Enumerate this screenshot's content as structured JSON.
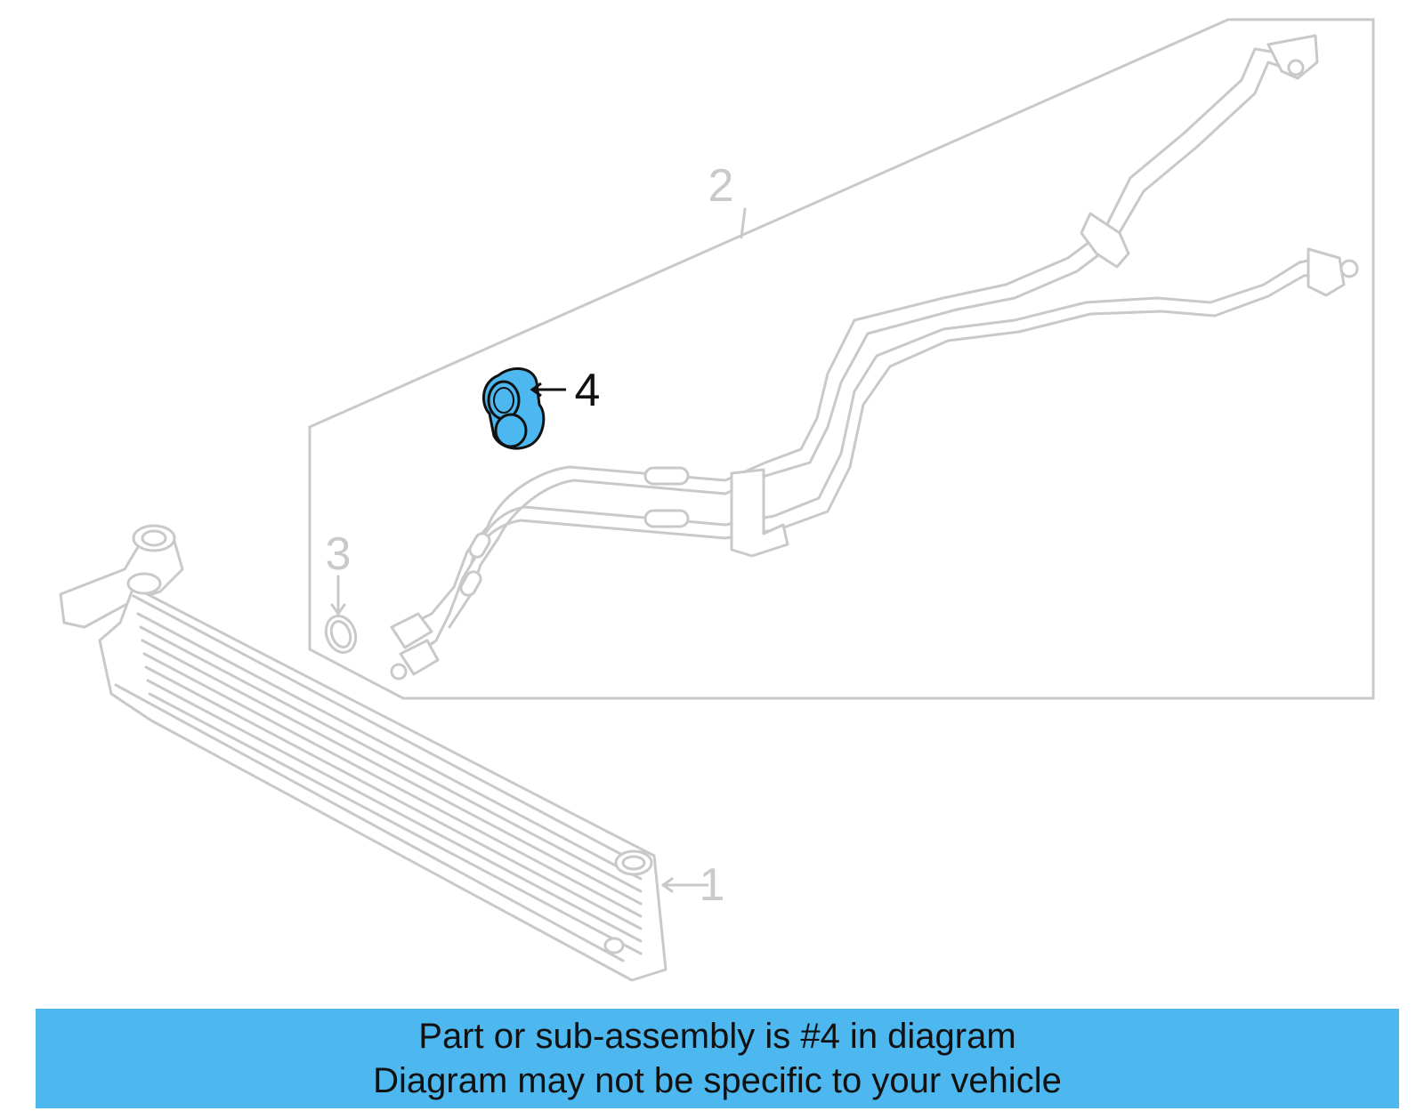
{
  "diagram": {
    "callouts": {
      "part_1": "1",
      "part_2": "2",
      "part_3": "3",
      "part_4": "4"
    },
    "highlighted_part": "4",
    "highlight_color": "#4db8f0",
    "ghost_color": "#c9c9c9"
  },
  "banner": {
    "line1": "Part or sub-assembly is #4 in diagram",
    "line2": "Diagram may not be specific to your vehicle",
    "background": "#4db8f0"
  }
}
